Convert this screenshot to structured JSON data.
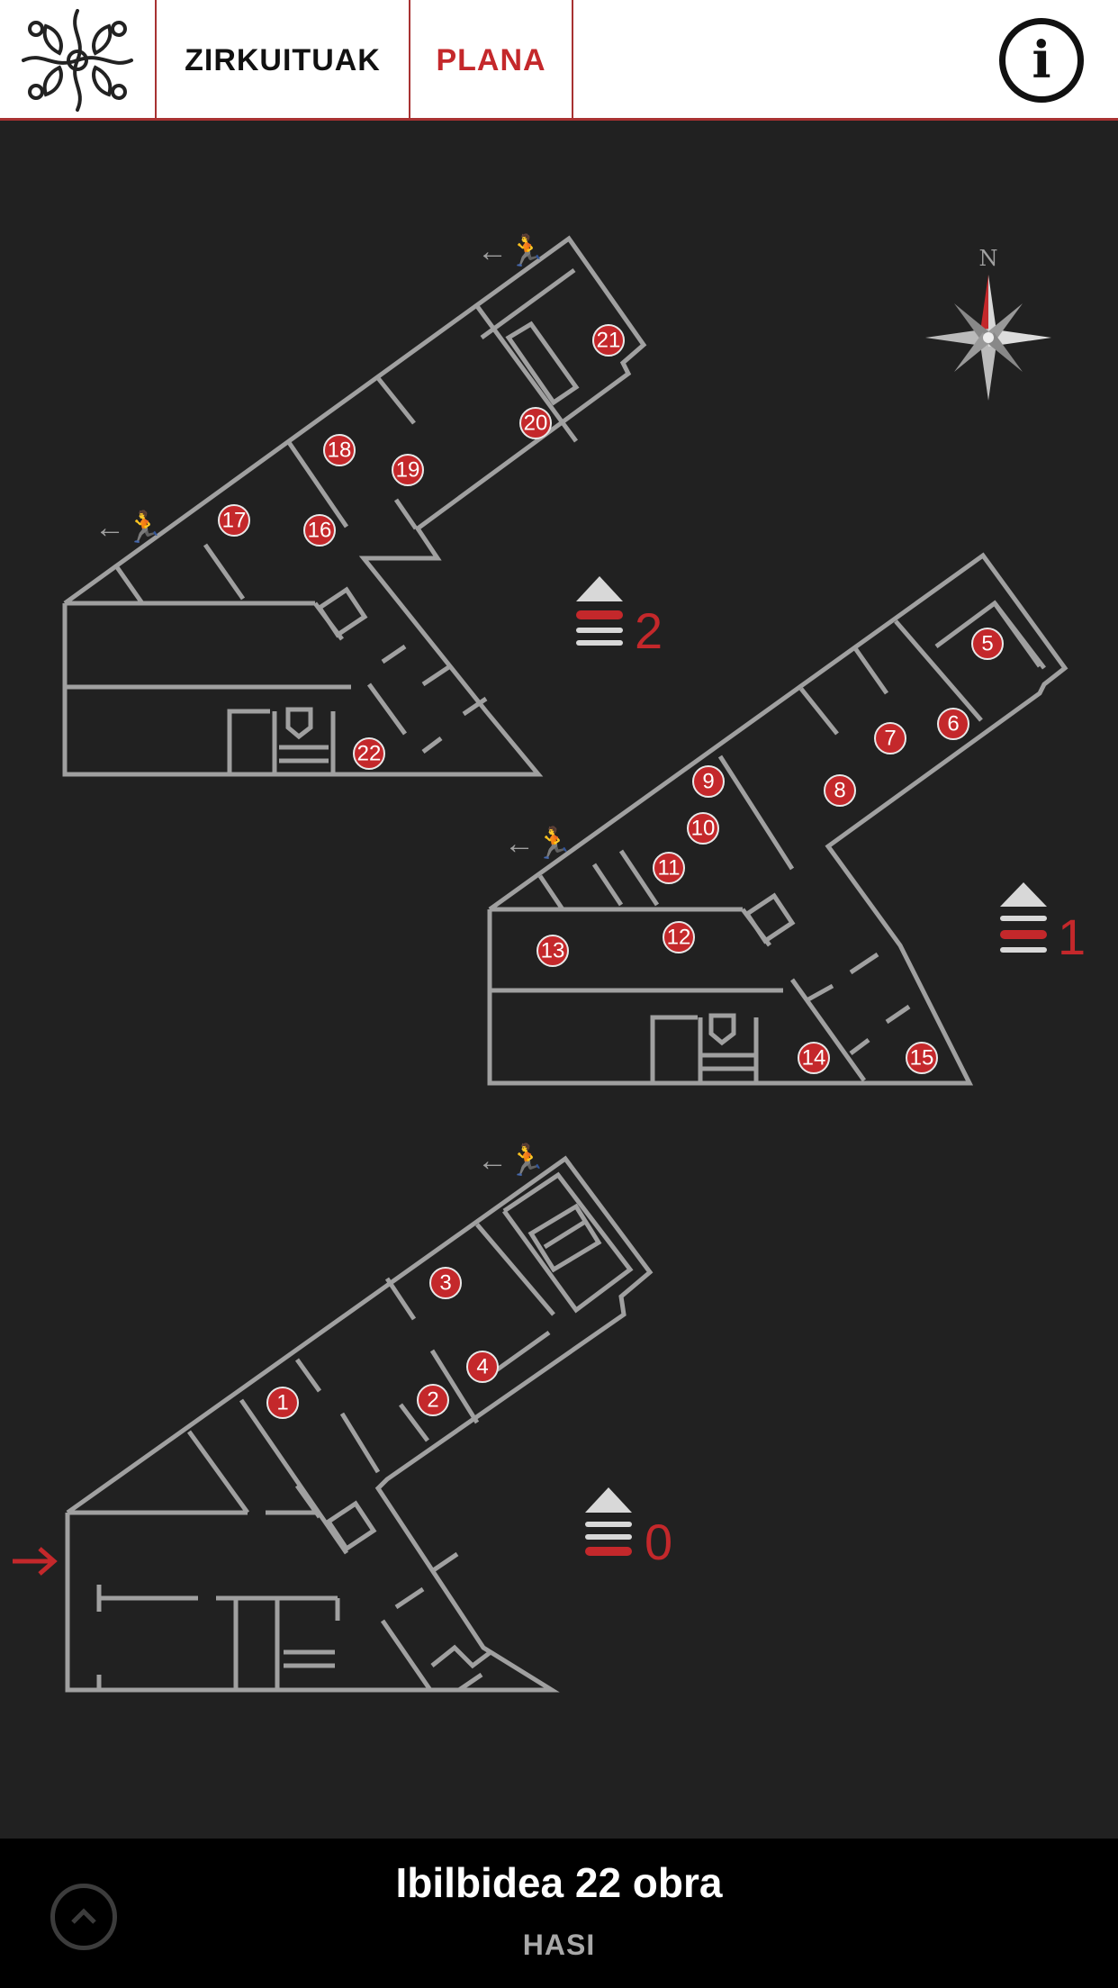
{
  "header": {
    "tab_circuits": "ZIRKUITUAK",
    "tab_plan": "PLANA",
    "info_label": "i"
  },
  "compass": {
    "north": "N"
  },
  "floors": [
    {
      "level": "2",
      "artworks": [
        "16",
        "17",
        "18",
        "19",
        "20",
        "21",
        "22"
      ]
    },
    {
      "level": "1",
      "artworks": [
        "5",
        "6",
        "7",
        "8",
        "9",
        "10",
        "11",
        "12",
        "13",
        "14",
        "15"
      ]
    },
    {
      "level": "0",
      "artworks": [
        "1",
        "2",
        "3",
        "4"
      ]
    }
  ],
  "footer": {
    "route_title": "Ibilbidea 22 obra",
    "start_label": "HASI"
  },
  "colors": {
    "accent": "#c4282b",
    "background": "#212121",
    "walls": "#a0a0a0"
  }
}
